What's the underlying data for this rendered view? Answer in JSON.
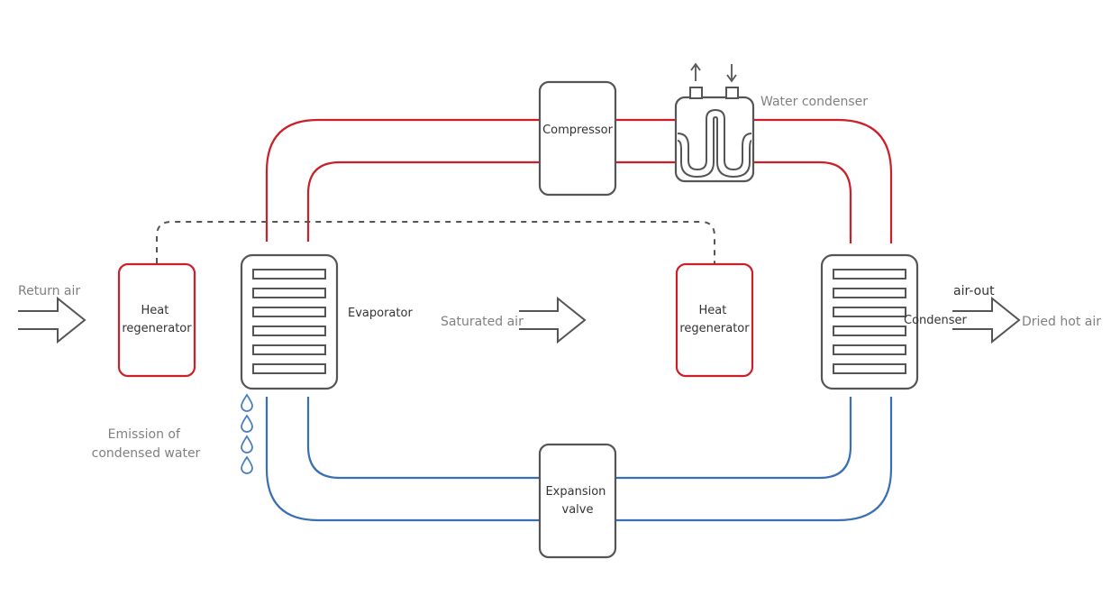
{
  "colors": {
    "hot_pipe": "#cc1f2a",
    "cold_pipe": "#3a6fb5",
    "component_outline": "#555555",
    "regenerator_outline": "#cc1f2a",
    "water_drop": "#4a7fc1",
    "label_text": "#808080",
    "dashed_link": "#555555"
  },
  "labels": {
    "return_air": "Return air",
    "heat_regenerator_left": "Heat regenerator",
    "evaporator": "Evaporator",
    "saturated_air": "Saturated air",
    "heat_regenerator_right": "Heat regenerator",
    "condenser": "Condenser",
    "air_out": "air-out",
    "dried_hot_air": "Dried hot air",
    "compressor": "Compressor",
    "water_condenser": "Water condenser",
    "expansion_valve": "Expansion valve",
    "emission_condensed_water": "Emission of condensed water"
  },
  "text_lines": {
    "heat_regenerator_left": [
      "Heat",
      "regenerator"
    ],
    "heat_regenerator_right": [
      "Heat",
      "regenerator"
    ],
    "expansion_valve": [
      "Expansion",
      "valve"
    ],
    "emission_condensed_water": [
      "Emission of",
      "condensed water"
    ]
  },
  "icons": {
    "arrow_in": "hollow-arrow-right-icon",
    "water_drop": "water-drop-icon",
    "water_up": "arrow-up-icon",
    "water_down": "arrow-down-icon"
  }
}
